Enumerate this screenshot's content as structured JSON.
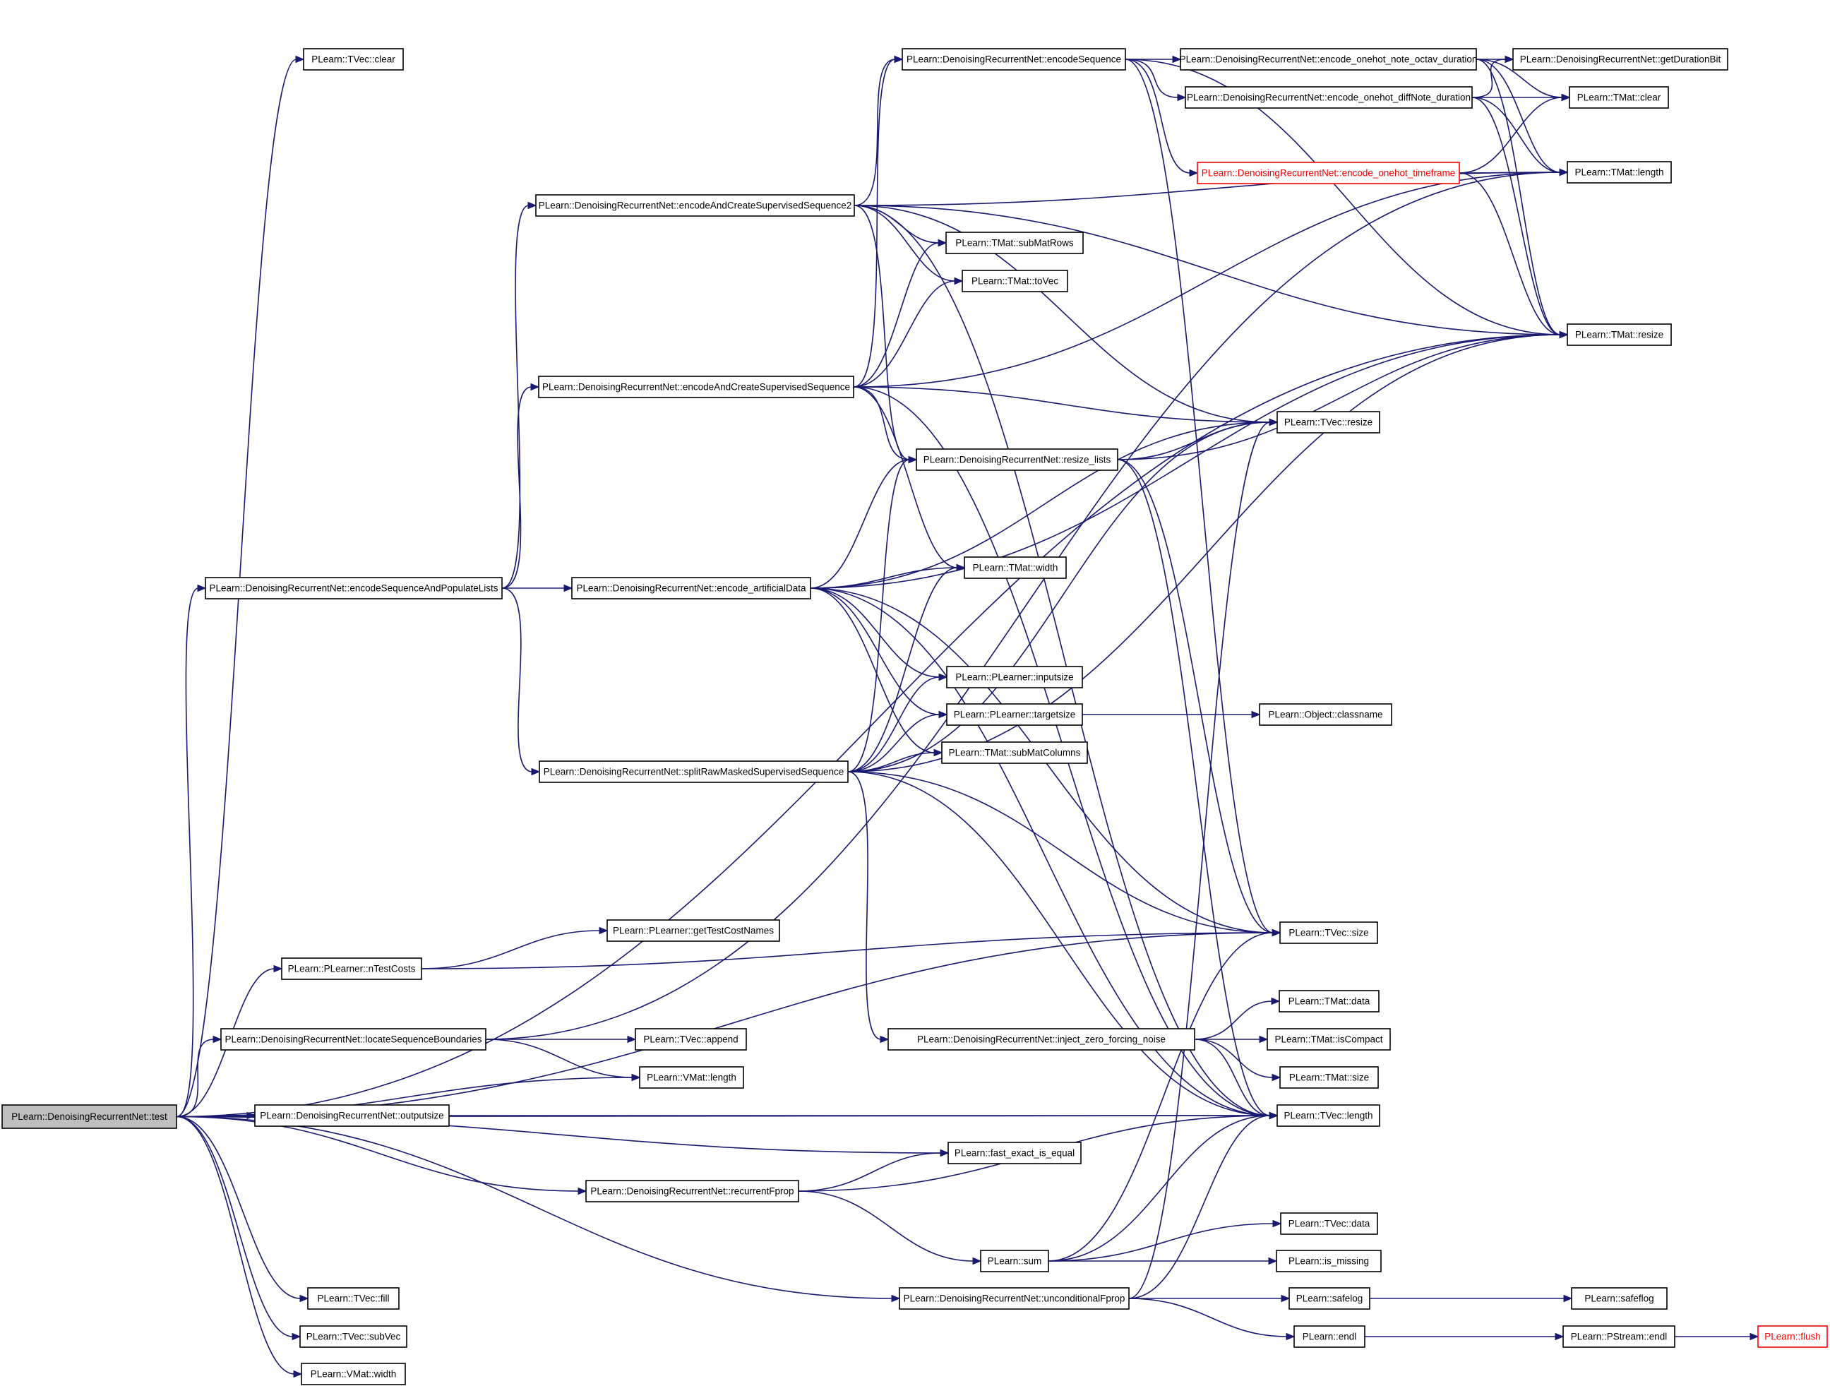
{
  "nodes": [
    {
      "id": "test",
      "label": "PLearn::DenoisingRecurrentNet::test",
      "style": "root"
    },
    {
      "id": "tvec_clear",
      "label": "PLearn::TVec::clear"
    },
    {
      "id": "encodeSequence",
      "label": "PLearn::DenoisingRecurrentNet::encodeSequence"
    },
    {
      "id": "enc_note_octav",
      "label": "PLearn::DenoisingRecurrentNet::encode_onehot_note_octav_duration"
    },
    {
      "id": "getDurationBit",
      "label": "PLearn::DenoisingRecurrentNet::getDurationBit"
    },
    {
      "id": "enc_diffNote",
      "label": "PLearn::DenoisingRecurrentNet::encode_onehot_diffNote_duration"
    },
    {
      "id": "tmat_clear",
      "label": "PLearn::TMat::clear"
    },
    {
      "id": "enc_timeframe",
      "label": "PLearn::DenoisingRecurrentNet::encode_onehot_timeframe",
      "style": "red"
    },
    {
      "id": "tmat_length",
      "label": "PLearn::TMat::length"
    },
    {
      "id": "eacss2",
      "label": "PLearn::DenoisingRecurrentNet::encodeAndCreateSupervisedSequence2"
    },
    {
      "id": "subMatRows",
      "label": "PLearn::TMat::subMatRows"
    },
    {
      "id": "toVec",
      "label": "PLearn::TMat::toVec"
    },
    {
      "id": "tmat_resize",
      "label": "PLearn::TMat::resize"
    },
    {
      "id": "eacss",
      "label": "PLearn::DenoisingRecurrentNet::encodeAndCreateSupervisedSequence"
    },
    {
      "id": "tvec_resize",
      "label": "PLearn::TVec::resize"
    },
    {
      "id": "resize_lists",
      "label": "PLearn::DenoisingRecurrentNet::resize_lists"
    },
    {
      "id": "espl",
      "label": "PLearn::DenoisingRecurrentNet::encodeSequenceAndPopulateLists"
    },
    {
      "id": "enc_art",
      "label": "PLearn::DenoisingRecurrentNet::encode_artificialData"
    },
    {
      "id": "tmat_width",
      "label": "PLearn::TMat::width"
    },
    {
      "id": "inputsize",
      "label": "PLearn::PLearner::inputsize"
    },
    {
      "id": "targetsize",
      "label": "PLearn::PLearner::targetsize"
    },
    {
      "id": "classname",
      "label": "PLearn::Object::classname"
    },
    {
      "id": "subMatColumns",
      "label": "PLearn::TMat::subMatColumns"
    },
    {
      "id": "split",
      "label": "PLearn::DenoisingRecurrentNet::splitRawMaskedSupervisedSequence"
    },
    {
      "id": "getTestCostNames",
      "label": "PLearn::PLearner::getTestCostNames"
    },
    {
      "id": "nTestCosts",
      "label": "PLearn::PLearner::nTestCosts"
    },
    {
      "id": "tvec_size",
      "label": "PLearn::TVec::size"
    },
    {
      "id": "tmat_data",
      "label": "PLearn::TMat::data"
    },
    {
      "id": "lsb",
      "label": "PLearn::DenoisingRecurrentNet::locateSequenceBoundaries"
    },
    {
      "id": "tvec_append",
      "label": "PLearn::TVec::append"
    },
    {
      "id": "inject",
      "label": "PLearn::DenoisingRecurrentNet::inject_zero_forcing_noise"
    },
    {
      "id": "isCompact",
      "label": "PLearn::TMat::isCompact"
    },
    {
      "id": "vmat_length",
      "label": "PLearn::VMat::length"
    },
    {
      "id": "tmat_size",
      "label": "PLearn::TMat::size"
    },
    {
      "id": "outputsize",
      "label": "PLearn::DenoisingRecurrentNet::outputsize"
    },
    {
      "id": "tvec_length",
      "label": "PLearn::TVec::length"
    },
    {
      "id": "fast_exact",
      "label": "PLearn::fast_exact_is_equal"
    },
    {
      "id": "recurrentFprop",
      "label": "PLearn::DenoisingRecurrentNet::recurrentFprop"
    },
    {
      "id": "tvec_data",
      "label": "PLearn::TVec::data"
    },
    {
      "id": "sum",
      "label": "PLearn::sum"
    },
    {
      "id": "is_missing",
      "label": "PLearn::is_missing"
    },
    {
      "id": "tvec_fill",
      "label": "PLearn::TVec::fill"
    },
    {
      "id": "uncondFprop",
      "label": "PLearn::DenoisingRecurrentNet::unconditionalFprop"
    },
    {
      "id": "safelog1",
      "label": "PLearn::safelog"
    },
    {
      "id": "safeflog",
      "label": "PLearn::safeflog"
    },
    {
      "id": "subVec",
      "label": "PLearn::TVec::subVec"
    },
    {
      "id": "endl1",
      "label": "PLearn::endl"
    },
    {
      "id": "pstream_endl",
      "label": "PLearn::PStream::endl"
    },
    {
      "id": "flush",
      "label": "PLearn::flush",
      "style": "red"
    },
    {
      "id": "vmat_width",
      "label": "PLearn::VMat::width"
    }
  ],
  "edges": [
    [
      "test",
      "tvec_clear"
    ],
    [
      "test",
      "tmat_resize"
    ],
    [
      "test",
      "espl"
    ],
    [
      "test",
      "tvec_size"
    ],
    [
      "test",
      "nTestCosts"
    ],
    [
      "test",
      "lsb"
    ],
    [
      "test",
      "vmat_length"
    ],
    [
      "test",
      "outputsize"
    ],
    [
      "test",
      "fast_exact"
    ],
    [
      "test",
      "recurrentFprop"
    ],
    [
      "test",
      "tvec_length"
    ],
    [
      "test",
      "uncondFprop"
    ],
    [
      "test",
      "tvec_fill"
    ],
    [
      "test",
      "subVec"
    ],
    [
      "test",
      "vmat_width"
    ],
    [
      "espl",
      "eacss2"
    ],
    [
      "espl",
      "eacss"
    ],
    [
      "espl",
      "enc_art"
    ],
    [
      "espl",
      "split"
    ],
    [
      "eacss2",
      "encodeSequence"
    ],
    [
      "eacss2",
      "tmat_length"
    ],
    [
      "eacss2",
      "subMatRows"
    ],
    [
      "eacss2",
      "toVec"
    ],
    [
      "eacss2",
      "tmat_resize"
    ],
    [
      "eacss2",
      "tvec_resize"
    ],
    [
      "eacss2",
      "resize_lists"
    ],
    [
      "eacss2",
      "tvec_length"
    ],
    [
      "eacss",
      "encodeSequence"
    ],
    [
      "eacss",
      "subMatRows"
    ],
    [
      "eacss",
      "toVec"
    ],
    [
      "eacss",
      "tmat_length"
    ],
    [
      "eacss",
      "tvec_resize"
    ],
    [
      "eacss",
      "resize_lists"
    ],
    [
      "eacss",
      "tmat_width"
    ],
    [
      "eacss",
      "tvec_length"
    ],
    [
      "encodeSequence",
      "enc_note_octav"
    ],
    [
      "encodeSequence",
      "enc_diffNote"
    ],
    [
      "encodeSequence",
      "enc_timeframe"
    ],
    [
      "encodeSequence",
      "tmat_resize"
    ],
    [
      "encodeSequence",
      "tvec_size"
    ],
    [
      "enc_note_octav",
      "getDurationBit"
    ],
    [
      "enc_note_octav",
      "tmat_clear"
    ],
    [
      "enc_note_octav",
      "tmat_length"
    ],
    [
      "enc_note_octav",
      "tmat_resize"
    ],
    [
      "enc_diffNote",
      "getDurationBit"
    ],
    [
      "enc_diffNote",
      "tmat_clear"
    ],
    [
      "enc_diffNote",
      "tmat_length"
    ],
    [
      "enc_diffNote",
      "tmat_resize"
    ],
    [
      "enc_timeframe",
      "tmat_clear"
    ],
    [
      "enc_timeframe",
      "tmat_length"
    ],
    [
      "enc_timeframe",
      "tmat_resize"
    ],
    [
      "resize_lists",
      "tvec_resize"
    ],
    [
      "resize_lists",
      "tmat_resize"
    ],
    [
      "resize_lists",
      "tvec_size"
    ],
    [
      "resize_lists",
      "tvec_length"
    ],
    [
      "enc_art",
      "resize_lists"
    ],
    [
      "enc_art",
      "tmat_width"
    ],
    [
      "enc_art",
      "inputsize"
    ],
    [
      "enc_art",
      "targetsize"
    ],
    [
      "enc_art",
      "subMatColumns"
    ],
    [
      "enc_art",
      "tmat_resize"
    ],
    [
      "enc_art",
      "tvec_resize"
    ],
    [
      "enc_art",
      "tvec_size"
    ],
    [
      "enc_art",
      "tvec_length"
    ],
    [
      "targetsize",
      "classname"
    ],
    [
      "split",
      "resize_lists"
    ],
    [
      "split",
      "tmat_width"
    ],
    [
      "split",
      "inputsize"
    ],
    [
      "split",
      "targetsize"
    ],
    [
      "split",
      "subMatColumns"
    ],
    [
      "split",
      "tmat_resize"
    ],
    [
      "split",
      "tvec_resize"
    ],
    [
      "split",
      "tvec_size"
    ],
    [
      "split",
      "inject"
    ],
    [
      "split",
      "tvec_length"
    ],
    [
      "nTestCosts",
      "getTestCostNames"
    ],
    [
      "nTestCosts",
      "tvec_size"
    ],
    [
      "lsb",
      "tvec_append"
    ],
    [
      "lsb",
      "vmat_length"
    ],
    [
      "lsb",
      "tmat_length"
    ],
    [
      "inject",
      "tmat_data"
    ],
    [
      "inject",
      "isCompact"
    ],
    [
      "inject",
      "tmat_size"
    ],
    [
      "inject",
      "tvec_length"
    ],
    [
      "outputsize",
      "tvec_length"
    ],
    [
      "recurrentFprop",
      "fast_exact"
    ],
    [
      "recurrentFprop",
      "sum"
    ],
    [
      "recurrentFprop",
      "tvec_length"
    ],
    [
      "sum",
      "tvec_data"
    ],
    [
      "sum",
      "is_missing"
    ],
    [
      "sum",
      "tvec_length"
    ],
    [
      "sum",
      "tvec_size"
    ],
    [
      "uncondFprop",
      "safelog1"
    ],
    [
      "uncondFprop",
      "endl1"
    ],
    [
      "uncondFprop",
      "tvec_resize"
    ],
    [
      "uncondFprop",
      "tvec_length"
    ],
    [
      "safelog1",
      "safeflog"
    ],
    [
      "endl1",
      "pstream_endl"
    ],
    [
      "pstream_endl",
      "flush"
    ]
  ]
}
